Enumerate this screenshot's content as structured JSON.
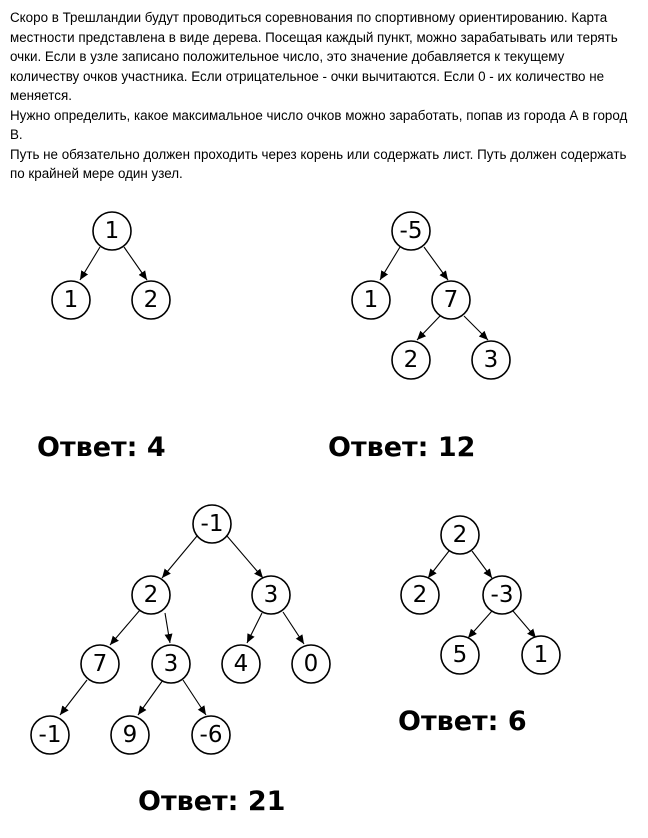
{
  "problem": {
    "paragraph_1": "Скоро в Трешландии будут проводиться соревнования по спортивному ориентированию. Карта местности представлена в виде дерева. Посещая каждый пункт, можно зарабатывать или терять очки. Если в узле записано положительное число, это значение добавляется к текущему количеству очков участника. Если отрицательное - очки вычитаются. Если 0 - их количество не меняется.",
    "paragraph_2": "Нужно определить, какое максимальное число очков можно заработать, попав из города А в город В.",
    "paragraph_3": "Путь не обязательно должен проходить через корень или содержать лист. Путь должен содержать по крайней мере один узел."
  },
  "examples": [
    {
      "nodes": [
        "1",
        "1",
        "2"
      ],
      "answer": "Ответ: 4"
    },
    {
      "nodes": [
        "-5",
        "1",
        "7",
        "2",
        "3"
      ],
      "answer": "Ответ: 12"
    },
    {
      "nodes": [
        "-1",
        "2",
        "3",
        "7",
        "3",
        "4",
        "0",
        "-1",
        "9",
        "-6"
      ],
      "answer": "Ответ: 21"
    },
    {
      "nodes": [
        "2",
        "2",
        "-3",
        "5",
        "1"
      ],
      "answer": "Ответ: 6"
    }
  ]
}
